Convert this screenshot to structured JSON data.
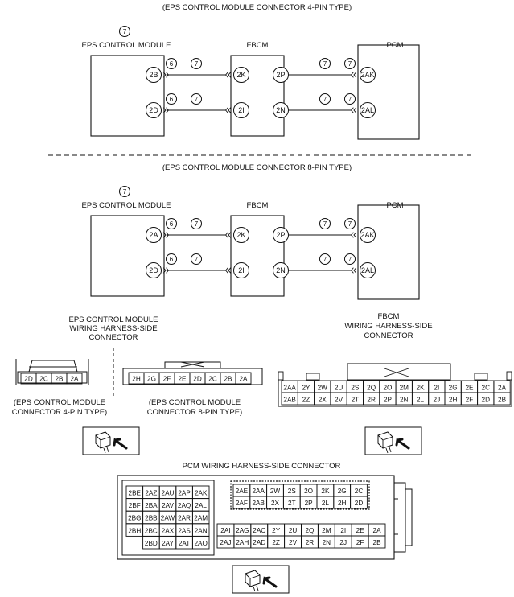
{
  "diagram": {
    "top": {
      "title": "(EPS CONTROL MODULE CONNECTOR 4-PIN TYPE)",
      "wire_ref": "7",
      "eps_label": "EPS CONTROL MODULE",
      "fbcm_label": "FBCM",
      "pcm_label": "PCM",
      "eps_pins": [
        "2B",
        "2D"
      ],
      "fbcm_left_pins": [
        "2K",
        "2I"
      ],
      "fbcm_right_pins": [
        "2P",
        "2N"
      ],
      "pcm_pins": [
        "2AK",
        "2AL"
      ],
      "eps_conn_ref": "6"
    },
    "bottom": {
      "title": "(EPS CONTROL MODULE CONNECTOR 8-PIN TYPE)",
      "wire_ref": "7",
      "eps_label": "EPS CONTROL MODULE",
      "fbcm_label": "FBCM",
      "pcm_label": "PCM",
      "eps_pins": [
        "2A",
        "2D"
      ],
      "fbcm_left_pins": [
        "2K",
        "2I"
      ],
      "fbcm_right_pins": [
        "2P",
        "2N"
      ],
      "pcm_pins": [
        "2AK",
        "2AL"
      ],
      "eps_conn_ref": "6"
    },
    "eps_connector": {
      "title": [
        "EPS CONTROL MODULE",
        "WIRING HARNESS-SIDE",
        "CONNECTOR"
      ],
      "four_pin": [
        "2D",
        "2C",
        "2B",
        "2A"
      ],
      "four_pin_caption": [
        "(EPS CONTROL MODULE",
        "CONNECTOR 4-PIN TYPE)"
      ],
      "eight_pin": [
        "2H",
        "2G",
        "2F",
        "2E",
        "2D",
        "2C",
        "2B",
        "2A"
      ],
      "eight_pin_caption": [
        "(EPS CONTROL MODULE",
        "CONNECTOR 8-PIN TYPE)"
      ]
    },
    "fbcm_connector": {
      "title": [
        "FBCM",
        "WIRING HARNESS-SIDE",
        "CONNECTOR"
      ],
      "row1": [
        "2AA",
        "2Y",
        "2W",
        "2U",
        "2S",
        "2Q",
        "2O",
        "2M",
        "2K",
        "2I",
        "2G",
        "2E",
        "2C",
        "2A"
      ],
      "row2": [
        "2AB",
        "2Z",
        "2X",
        "2V",
        "2T",
        "2R",
        "2P",
        "2N",
        "2L",
        "2J",
        "2H",
        "2F",
        "2D",
        "2B"
      ]
    },
    "pcm_connector": {
      "title": "PCM WIRING HARNESS-SIDE CONNECTOR",
      "left_rows": [
        [
          "2BE",
          "2AZ",
          "2AU",
          "2AP",
          "2AK"
        ],
        [
          "2BF",
          "2BA",
          "2AV",
          "2AQ",
          "2AL"
        ],
        [
          "2BG",
          "2BB",
          "2AW",
          "2AR",
          "2AM"
        ],
        [
          "2BH",
          "2BC",
          "2AX",
          "2AS",
          "2AN"
        ],
        [
          "",
          "2BD",
          "2AY",
          "2AT",
          "2AO"
        ]
      ],
      "top_rows": [
        [
          "2AE",
          "2AA",
          "2W",
          "2S",
          "2O",
          "2K",
          "2G",
          "2C"
        ],
        [
          "2AF",
          "2AB",
          "2X",
          "2T",
          "2P",
          "2L",
          "2H",
          "2D"
        ]
      ],
      "bottom_rows": [
        [
          "2AI",
          "2AG",
          "2AC",
          "2Y",
          "2U",
          "2Q",
          "2M",
          "2I",
          "2E",
          "2A"
        ],
        [
          "2AJ",
          "2AH",
          "2AD",
          "2Z",
          "2V",
          "2R",
          "2N",
          "2J",
          "2F",
          "2B"
        ]
      ]
    }
  }
}
